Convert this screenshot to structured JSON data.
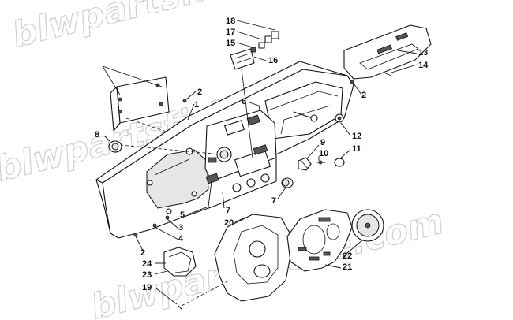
{
  "watermark": "blwpartsfiche.com",
  "callouts": [
    "1",
    "2",
    "3",
    "4",
    "5",
    "6",
    "7",
    "8",
    "9",
    "10",
    "11",
    "12",
    "13",
    "14",
    "15",
    "16",
    "17",
    "18",
    "19",
    "20",
    "21",
    "22",
    "23",
    "24"
  ]
}
